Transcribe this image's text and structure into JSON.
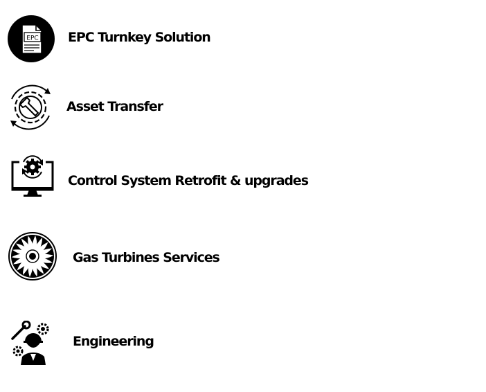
{
  "services": [
    {
      "label": "EPC Turnkey Solution",
      "icon": "epc-document-icon",
      "icon_text": "EPC"
    },
    {
      "label": "Asset Transfer",
      "icon": "gear-wrench-cycle-icon"
    },
    {
      "label": "Control System Retrofit & upgrades",
      "icon": "monitor-gear-icon"
    },
    {
      "label": "Gas Turbines Services",
      "icon": "turbine-fan-icon"
    },
    {
      "label": "Engineering",
      "icon": "engineer-gears-icon"
    }
  ],
  "colors": {
    "background": "#ffffff",
    "ink": "#000000"
  }
}
